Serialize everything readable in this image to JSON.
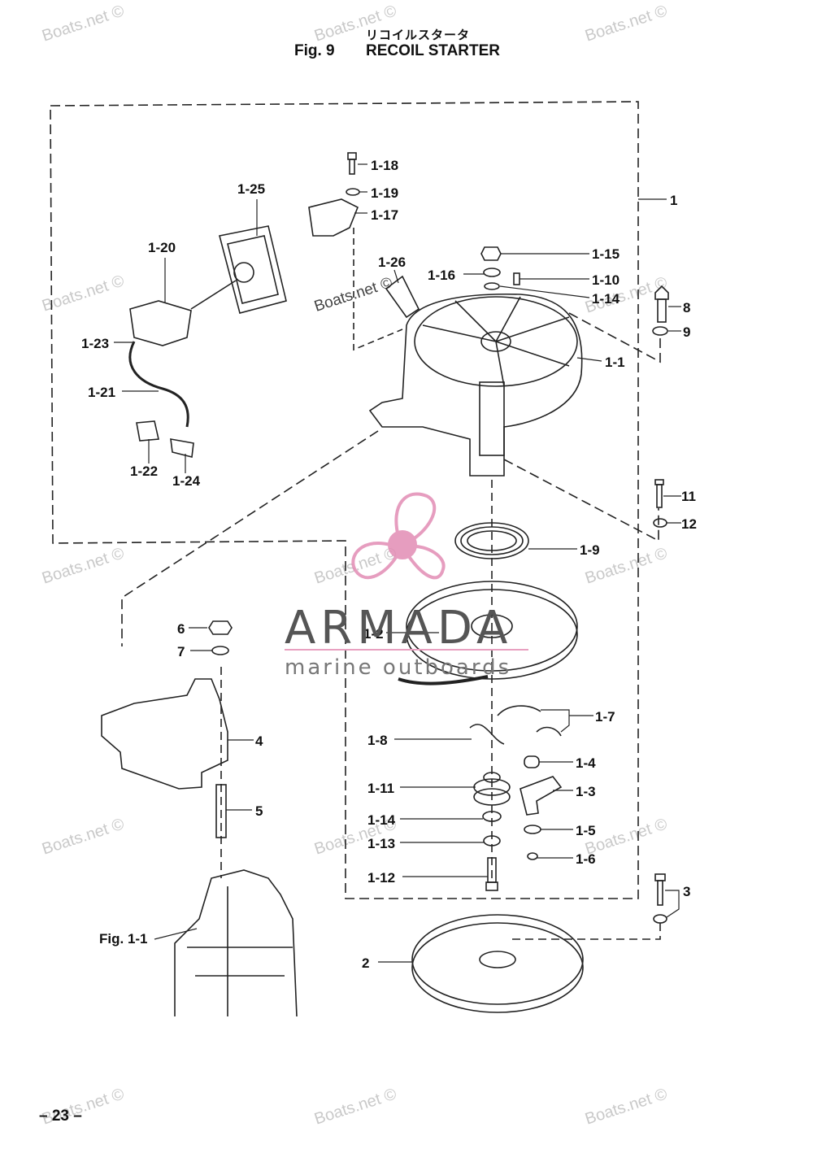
{
  "header": {
    "title_jp": "リコイルスタータ",
    "fig_number": "Fig. 9",
    "fig_title": "RECOIL STARTER"
  },
  "page_number": "– 23 –",
  "watermark_text": "Boats.net ©",
  "brand": {
    "name": "ARMADA",
    "tagline": "marine outboards",
    "logo_color": "#e28cb4"
  },
  "callouts": {
    "c1": "1",
    "c1_1": "1-1",
    "c1_2": "1-2",
    "c1_3": "1-3",
    "c1_4": "1-4",
    "c1_5": "1-5",
    "c1_6": "1-6",
    "c1_7": "1-7",
    "c1_8": "1-8",
    "c1_9": "1-9",
    "c1_10": "1-10",
    "c1_11": "1-11",
    "c1_12": "1-12",
    "c1_13": "1-13",
    "c1_14a": "1-14",
    "c1_14b": "1-14",
    "c1_15": "1-15",
    "c1_16": "1-16",
    "c1_17": "1-17",
    "c1_18": "1-18",
    "c1_19": "1-19",
    "c1_20": "1-20",
    "c1_21": "1-21",
    "c1_22": "1-22",
    "c1_23": "1-23",
    "c1_24": "1-24",
    "c1_25": "1-25",
    "c1_26": "1-26",
    "c2": "2",
    "c3": "3",
    "c4": "4",
    "c5": "5",
    "c6": "6",
    "c7": "7",
    "c8": "8",
    "c9": "9",
    "c11": "11",
    "c12": "12",
    "fig1_1": "Fig. 1-1"
  }
}
